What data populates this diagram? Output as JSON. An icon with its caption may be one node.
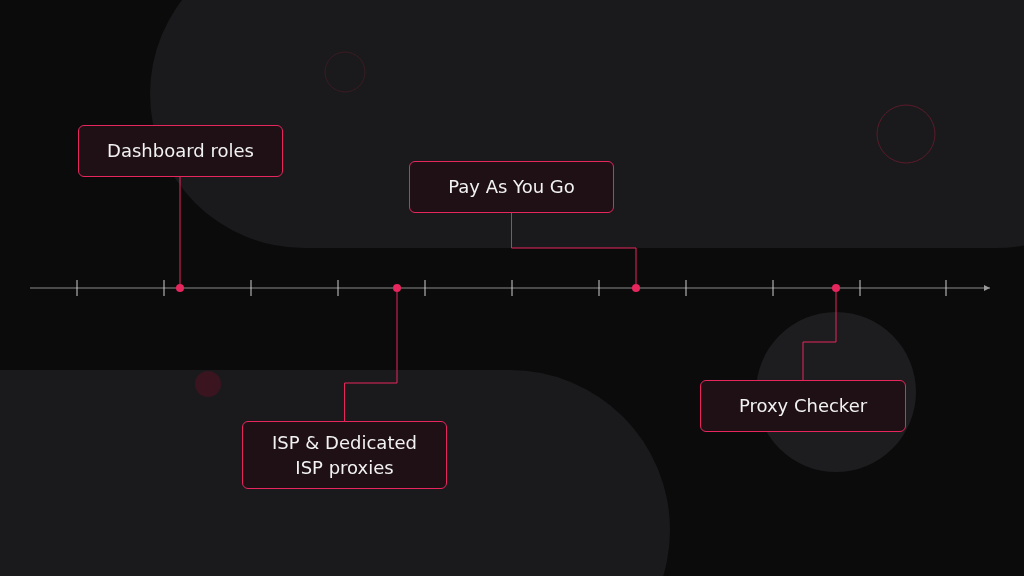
{
  "diagram": {
    "nodes": [
      {
        "text": [
          "Dashboard roles"
        ]
      },
      {
        "text": [
          "Pay As You Go"
        ]
      },
      {
        "text": [
          "ISP & Dedicated ISP proxies"
        ]
      },
      {
        "text": [
          "Proxy Checker"
        ]
      },
      {
        "text": [],
        "shape": "circle"
      },
      {
        "text": [],
        "shape": "circle"
      },
      {
        "text": [],
        "shape": "circle"
      },
      {
        "text": [],
        "shape": "circle"
      }
    ],
    "edges": [
      {
        "from": 0,
        "to": 4,
        "arrow": "none"
      },
      {
        "from": 1,
        "to": 6,
        "arrow": "none"
      },
      {
        "from": 2,
        "to": 5,
        "arrow": "none"
      },
      {
        "from": 3,
        "to": 7,
        "arrow": "none"
      }
    ]
  }
}
